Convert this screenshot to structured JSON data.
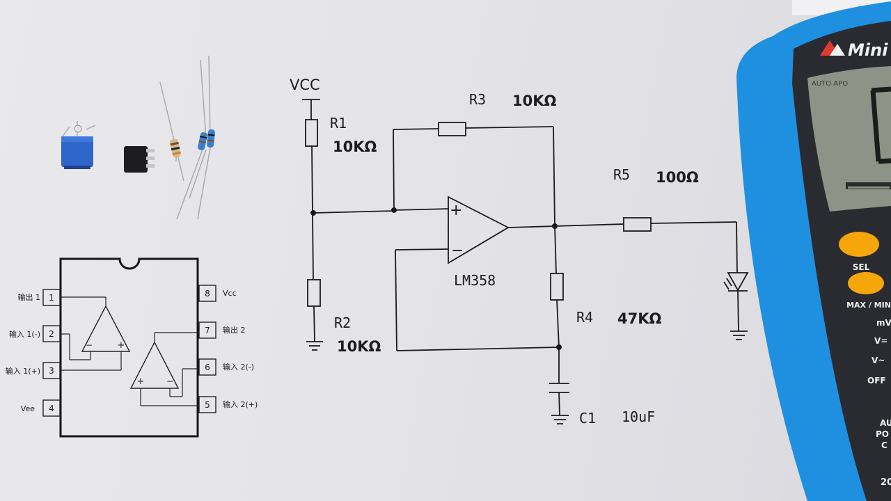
{
  "schematic": {
    "vcc": "VCC",
    "r1": {
      "name": "R1",
      "value": "10KΩ"
    },
    "r2": {
      "name": "R2",
      "value": "10KΩ"
    },
    "r3": {
      "name": "R3",
      "value": "10KΩ"
    },
    "r4": {
      "name": "R4",
      "value": "47KΩ"
    },
    "r5": {
      "name": "R5",
      "value": "100Ω"
    },
    "c1": {
      "name": "C1",
      "value": "10uF"
    },
    "opamp": {
      "name": "LM358",
      "plus": "+",
      "minus": "−"
    }
  },
  "pinout": {
    "pins_left": [
      {
        "num": "1",
        "label": "输出 1"
      },
      {
        "num": "2",
        "label": "输入 1(-)"
      },
      {
        "num": "3",
        "label": "输入 1(+)"
      },
      {
        "num": "4",
        "label": "Vee"
      }
    ],
    "pins_right": [
      {
        "num": "8",
        "label": "Vcc"
      },
      {
        "num": "7",
        "label": "输出 2"
      },
      {
        "num": "6",
        "label": "输入 2(-)"
      },
      {
        "num": "5",
        "label": "输入 2(+)"
      }
    ],
    "amp_minus": "−",
    "amp_plus": "+"
  },
  "multimeter": {
    "brand": "Mini",
    "lcd_top": "AUTO APO",
    "buttons": [
      "SEL",
      "MAX / MIN"
    ],
    "dial_labels": [
      "mV",
      "V=",
      "V~",
      "OFF"
    ],
    "bottom_text": [
      "AU",
      "PO",
      "C",
      "20"
    ]
  },
  "colors": {
    "paper": "#e6e6ea",
    "multimeter_body": "#1f8fe0",
    "button": "#f5a70a",
    "pot_blue": "#2f64c8"
  }
}
